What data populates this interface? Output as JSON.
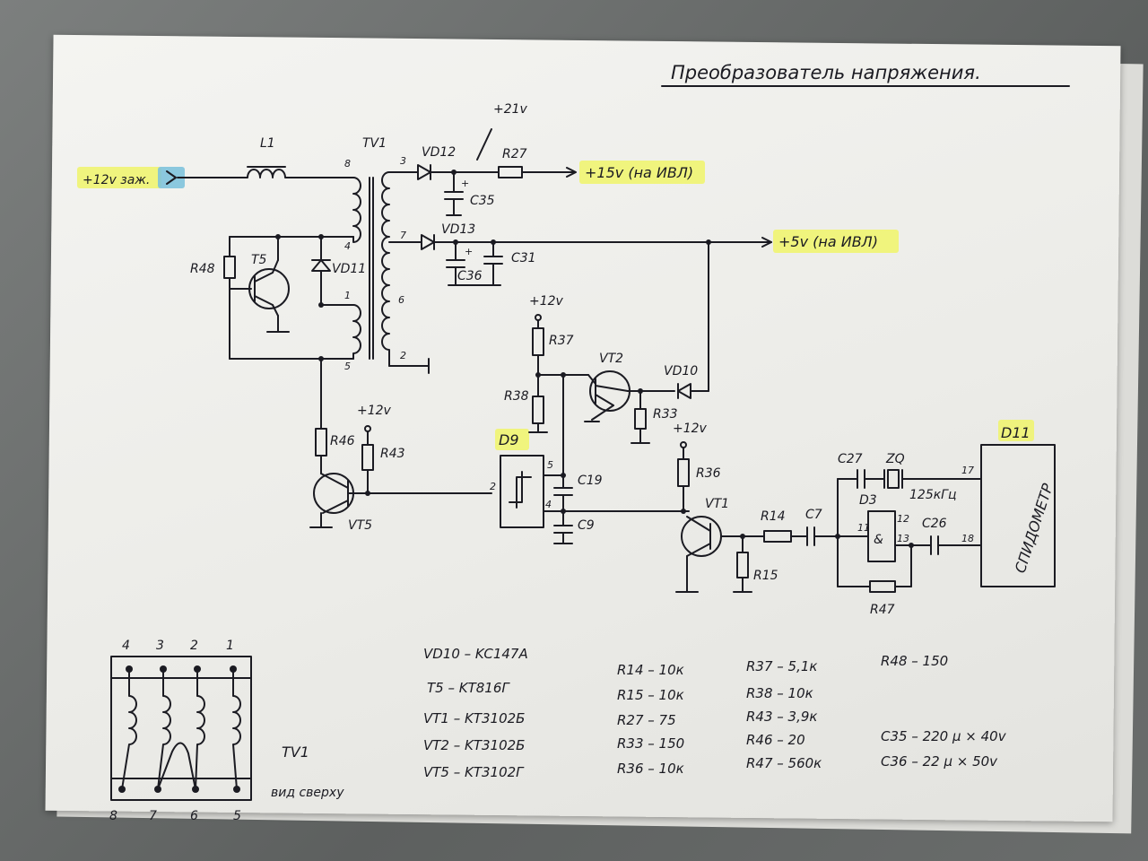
{
  "title": "Преобразователь напряжения.",
  "inputs": {
    "in12": "+12v заж."
  },
  "outputs": {
    "out15": "+15v (на ИВЛ)",
    "out5": "+5v (на ИВЛ)",
    "v21": "+21v"
  },
  "supply": {
    "p12a": "+12v",
    "p12b": "+12v",
    "p12c": "+12v"
  },
  "components": {
    "L1": "L1",
    "TV1": "TV1",
    "VD12": "VD12",
    "VD13": "VD13",
    "VD11": "VD11",
    "VD10": "VD10",
    "R27": "R27",
    "R48": "R48",
    "R37": "R37",
    "R38": "R38",
    "R33": "R33",
    "R46": "R46",
    "R43": "R43",
    "R36": "R36",
    "R14": "R14",
    "R15": "R15",
    "R47": "R47",
    "C35": "C35",
    "C36": "C36",
    "C31": "C31",
    "C19": "C19",
    "C9": "C9",
    "C7": "C7",
    "C27": "C27",
    "C26": "C26",
    "T5": "T5",
    "VT2": "VT2",
    "VT5": "VT5",
    "VT1": "VT1",
    "D9": "D9",
    "D3": "D3",
    "D11": "D11",
    "ZQ": "ZQ",
    "zq_freq": "125кГц",
    "speedo": "СПИДОМЕТР"
  },
  "pins": {
    "tv_8": "8",
    "tv_4": "4",
    "tv_1": "1",
    "tv_5": "5",
    "tv_3": "3",
    "tv_7": "7",
    "tv_6": "6",
    "tv_2": "2",
    "d9_2": "2",
    "d9_4": "4",
    "d9_5": "5",
    "d3_11": "11",
    "d3_12": "12",
    "d3_13": "13",
    "d11_17": "17",
    "d11_18": "18"
  },
  "tv1_top": {
    "label": "TV1",
    "sublabel": "вид сверху",
    "top_pins": [
      "4",
      "3",
      "2",
      "1"
    ],
    "bottom_pins": [
      "8",
      "7",
      "6",
      "5"
    ]
  },
  "bom": {
    "col1": [
      "VD10 – KC147A",
      "T5 – KT816Г",
      "VT1 – KT3102Б",
      "VT2 – KT3102Б",
      "VT5 – KT3102Г"
    ],
    "col2": [
      "R14 – 10к",
      "R15 – 10к",
      "R27 – 75",
      "R33 – 150",
      "R36 – 10к"
    ],
    "col3": [
      "R37 – 5,1к",
      "R38 – 10к",
      "R43 – 3,9к",
      "R46 – 20",
      "R47 – 560к"
    ],
    "col4": [
      "R48 – 150",
      "C35 – 220 μ × 40v",
      "C36 – 22 μ × 50v"
    ]
  },
  "colors": {
    "ink": "#1b1b22",
    "highlight": "#f0f56a",
    "input_mark": "#7fc3dc"
  }
}
